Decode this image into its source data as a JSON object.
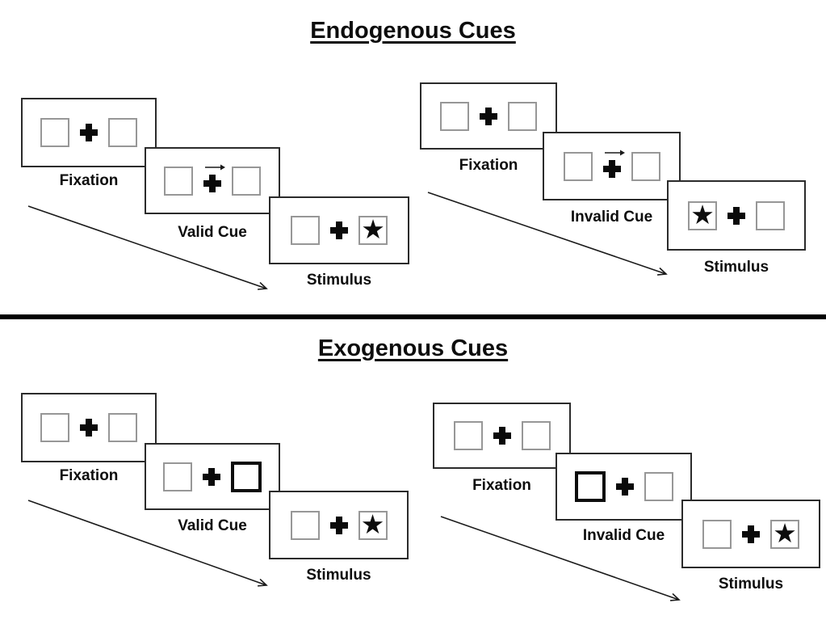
{
  "sections": [
    {
      "title": "Endogenous Cues",
      "groups": [
        {
          "name": "valid",
          "panels": [
            {
              "label": "Fixation",
              "left_box": "empty",
              "center": "plus",
              "right_box": "empty"
            },
            {
              "label": "Valid Cue",
              "left_box": "empty",
              "center": "plus-with-right-arrow",
              "right_box": "empty"
            },
            {
              "label": "Stimulus",
              "left_box": "empty",
              "center": "plus",
              "right_box": "star"
            }
          ]
        },
        {
          "name": "invalid",
          "panels": [
            {
              "label": "Fixation",
              "left_box": "empty",
              "center": "plus",
              "right_box": "empty"
            },
            {
              "label": "Invalid Cue",
              "left_box": "empty",
              "center": "plus-with-right-arrow",
              "right_box": "empty"
            },
            {
              "label": "Stimulus",
              "left_box": "star",
              "center": "plus",
              "right_box": "empty"
            }
          ]
        }
      ]
    },
    {
      "title": "Exogenous Cues",
      "groups": [
        {
          "name": "valid",
          "panels": [
            {
              "label": "Fixation",
              "left_box": "empty",
              "center": "plus",
              "right_box": "empty"
            },
            {
              "label": "Valid Cue",
              "left_box": "empty",
              "center": "plus",
              "right_box": "thick-outline"
            },
            {
              "label": "Stimulus",
              "left_box": "empty",
              "center": "plus",
              "right_box": "star"
            }
          ]
        },
        {
          "name": "invalid",
          "panels": [
            {
              "label": "Fixation",
              "left_box": "empty",
              "center": "plus",
              "right_box": "empty"
            },
            {
              "label": "Invalid Cue",
              "left_box": "thick-outline",
              "center": "plus",
              "right_box": "empty"
            },
            {
              "label": "Stimulus",
              "left_box": "empty",
              "center": "plus",
              "right_box": "star"
            }
          ]
        }
      ]
    }
  ],
  "icons": {
    "star": "★"
  },
  "colors": {
    "background": "#ffffff",
    "ink": "#000000",
    "panel_border": "#2b2b2b",
    "box_border": "#979797",
    "cue_box_border": "#0d0d0d"
  }
}
